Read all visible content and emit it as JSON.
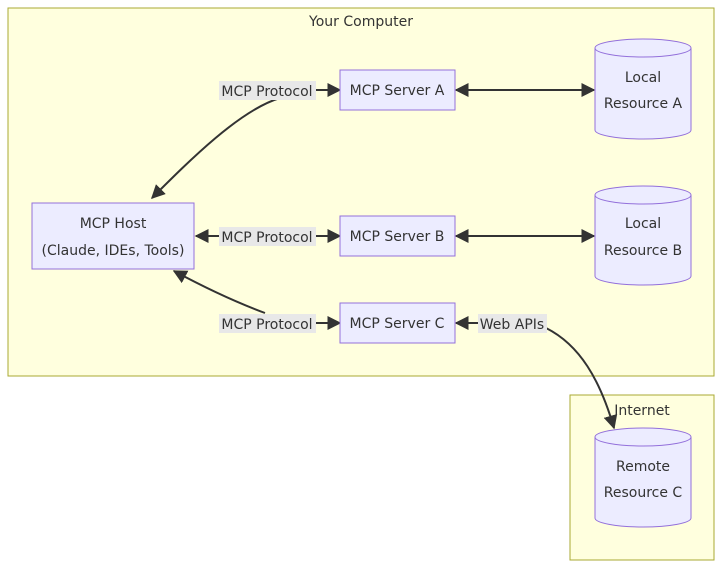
{
  "groups": {
    "your_computer": "Your Computer",
    "internet": "Internet"
  },
  "nodes": {
    "host_line1": "MCP Host",
    "host_line2": "(Claude, IDEs, Tools)",
    "server_a": "MCP Server A",
    "server_b": "MCP Server B",
    "server_c": "MCP Server C",
    "resource_a_line1": "Local",
    "resource_a_line2": "Resource A",
    "resource_b_line1": "Local",
    "resource_b_line2": "Resource B",
    "resource_c_line1": "Remote",
    "resource_c_line2": "Resource C"
  },
  "edges": {
    "host_server_a": "MCP Protocol",
    "host_server_b": "MCP Protocol",
    "host_server_c": "MCP Protocol",
    "server_c_remote": "Web APIs"
  },
  "colors": {
    "group_fill": "#ffffde",
    "group_stroke": "#aaaa33",
    "node_fill": "#ececff",
    "node_stroke": "#9370db",
    "edge": "#333333",
    "edge_label_bg": "#e8e8e8"
  }
}
